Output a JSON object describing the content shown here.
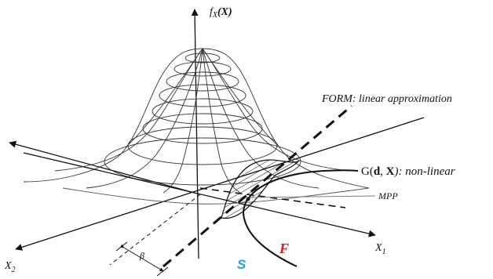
{
  "labels": {
    "density_axis": "fX(X)",
    "form_line": "FORM: linear approximation",
    "limit_state": "G(d, X): non-linear",
    "mpp": "MPP",
    "x1_axis": "X1",
    "x2_axis": "X2",
    "beta": "β",
    "safe_region": "S",
    "failure_region": "F"
  },
  "colors": {
    "ink": "#111111",
    "safe_region": "#1ea0d8",
    "failure_region": "#e01818"
  }
}
